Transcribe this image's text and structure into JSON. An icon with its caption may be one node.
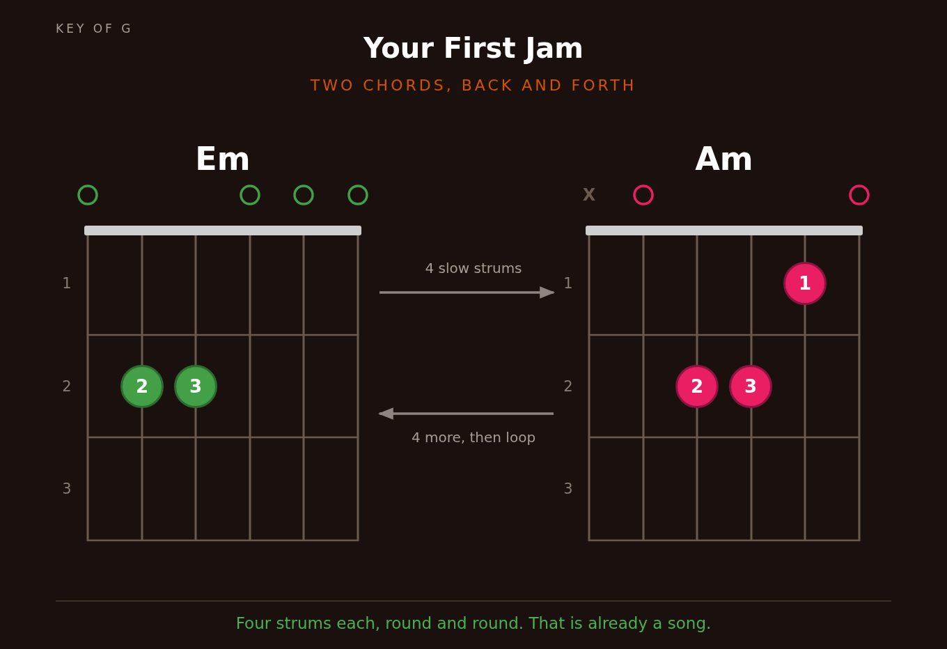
{
  "diagram": {
    "title": "Your First Jam",
    "caption": "Four strums each, round and round. That is already a song.",
    "nodes": [
      {
        "text": [
          "Em"
        ]
      },
      {
        "text": [
          "2"
        ],
        "in": 0
      },
      {
        "text": [
          "3"
        ],
        "in": 0
      },
      {
        "text": [
          "Am"
        ]
      },
      {
        "text": [
          "1"
        ],
        "in": 3
      },
      {
        "text": [
          "2"
        ],
        "in": 3
      },
      {
        "text": [
          "3"
        ],
        "in": 3
      }
    ],
    "edges": [
      {
        "from": 0,
        "to": 3,
        "arrow": "to",
        "label": "4 slow strums"
      },
      {
        "from": 3,
        "to": 0,
        "arrow": "to",
        "label": "4 more, then loop"
      }
    ],
    "labels": [
      "KEY OF G",
      "TWO CHORDS, BACK AND FORTH",
      "1",
      "2",
      "3",
      "X",
      "1",
      "2",
      "3"
    ]
  }
}
